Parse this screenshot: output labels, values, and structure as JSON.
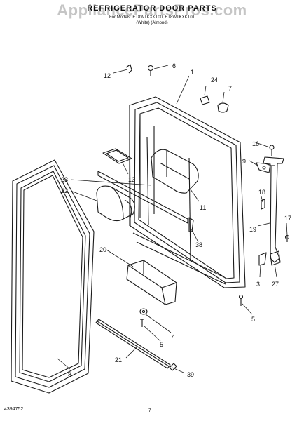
{
  "header": {
    "watermark": "AppliancePartsPros.com",
    "title": "REFRIGERATOR DOOR PARTS",
    "model_line": "For Models: ET8WTKXKT00, ET8WTKXKT01",
    "variant_line": "(White)          (Almond)"
  },
  "callouts": [
    "1",
    "3",
    "4",
    "5",
    "5",
    "6",
    "7",
    "8",
    "9",
    "11",
    "12",
    "13",
    "16",
    "17",
    "18",
    "19",
    "20",
    "21",
    "22",
    "23",
    "24",
    "27",
    "38",
    "39"
  ],
  "footer": {
    "doc_number": "4394752",
    "page_number": "7"
  },
  "colors": {
    "line": "#1a1a1a",
    "shade": "#555555"
  }
}
